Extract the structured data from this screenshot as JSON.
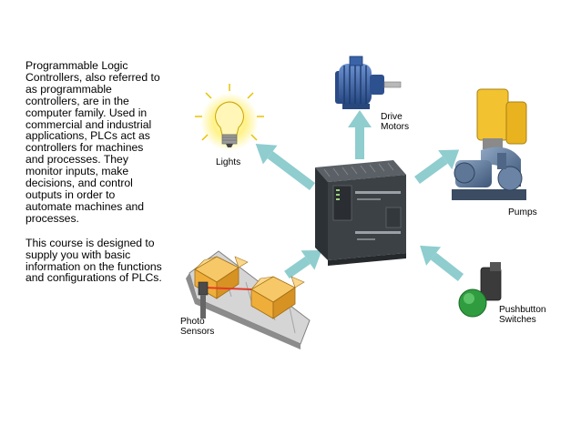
{
  "intro": {
    "paragraph1": "Programmable Logic Controllers, also referred to as programmable controllers, are in the computer family. Used in commercial and industrial applications, PLCs act as controllers for machines and processes. They monitor inputs, make decisions, and control outputs in order to automate machines and processes.",
    "paragraph2": "This course is designed to supply you with basic information on the functions and configurations of PLCs."
  },
  "labels": {
    "lights": "Lights",
    "drive_motors_line1": "Drive",
    "drive_motors_line2": "Motors",
    "pumps": "Pumps",
    "photo_sensors_line1": "Photo",
    "photo_sensors_line2": "Sensors",
    "pushbutton_line1": "Pushbutton",
    "pushbutton_line2": "Switches"
  },
  "icons": {
    "center": "plc-controller-icon",
    "lights": "light-bulb-icon",
    "motors": "electric-motor-icon",
    "pumps": "pump-icon",
    "sensors": "photo-sensor-conveyor-icon",
    "pushbutton": "pushbutton-switch-icon"
  },
  "colors": {
    "arrow": "#8fcdcf",
    "plc_body": "#3c4145",
    "motor_blue": "#3a63a8",
    "pump_yellow": "#f2c230",
    "box_orange": "#efae3a",
    "button_green": "#2f9d3f",
    "bulb_glow": "#fff28a"
  }
}
